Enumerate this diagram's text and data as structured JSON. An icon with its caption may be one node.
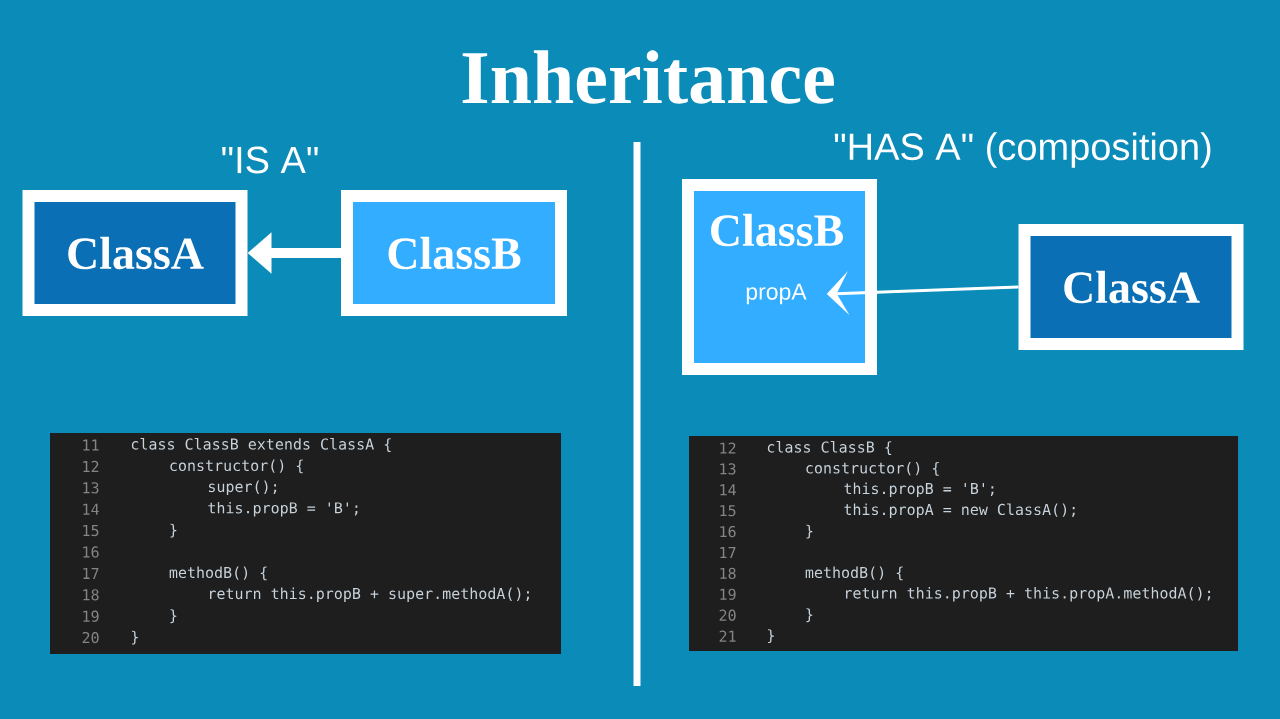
{
  "diagram": {
    "title": "Inheritance",
    "nodes": [
      {
        "text": [
          "ClassA"
        ]
      },
      {
        "text": [
          "ClassB"
        ]
      },
      {
        "text": [
          "ClassB"
        ]
      },
      {
        "text": [
          "propA"
        ],
        "in": 2
      },
      {
        "text": [
          "ClassA"
        ]
      }
    ],
    "edges": [
      {
        "from": 1,
        "to": 0,
        "arrow": "to",
        "style": "thick"
      },
      {
        "from": 4,
        "to": 3,
        "arrow": "to"
      }
    ],
    "labels": [
      "\"IS A\"",
      "\"HAS A\" (composition)",
      "11",
      "class ClassB extends ClassA {",
      "12",
      "constructor() {",
      "13",
      "super();",
      "14",
      "this.propB = 'B';",
      "15",
      "}",
      "16",
      "17",
      "methodB() {",
      "18",
      "return this.propB + super.methodA();",
      "19",
      "}",
      "20",
      "}",
      "12",
      "class ClassB {",
      "13",
      "constructor() {",
      "14",
      "this.propB = 'B';",
      "15",
      "this.propA = new ClassA();",
      "16",
      "}",
      "17",
      "18",
      "methodB() {",
      "19",
      "return this.propB + this.propA.methodA();",
      "20",
      "}",
      "21",
      "}"
    ]
  }
}
